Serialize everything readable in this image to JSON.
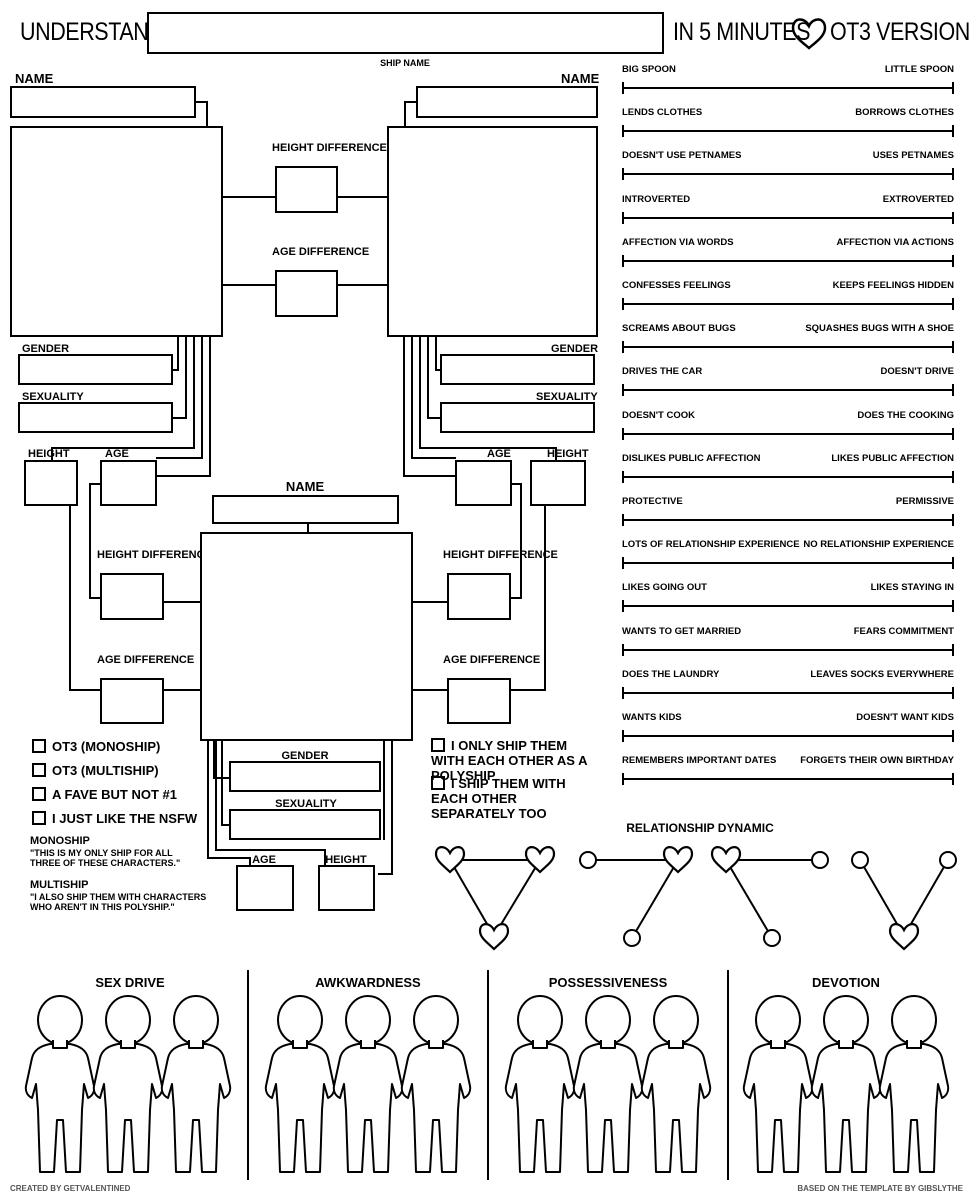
{
  "header": {
    "title_left": "UNDERSTAND",
    "title_right": "IN 5 MINUTES",
    "version": "OT3 VERSION",
    "ship_name_label": "SHIP NAME"
  },
  "left_char": {
    "name": "NAME",
    "gender": "GENDER",
    "sexuality": "SEXUALITY",
    "height": "HEIGHT",
    "age": "AGE"
  },
  "right_char": {
    "name": "NAME",
    "gender": "GENDER",
    "sexuality": "SEXUALITY",
    "height": "HEIGHT",
    "age": "AGE"
  },
  "center_char": {
    "name": "NAME",
    "gender": "GENDER",
    "sexuality": "SEXUALITY",
    "height": "HEIGHT",
    "age": "AGE"
  },
  "diffs": {
    "top_height": "HEIGHT DIFFERENCE",
    "top_age": "AGE DIFFERENCE",
    "left_height": "HEIGHT DIFFERENCE",
    "left_age": "AGE DIFFERENCE",
    "right_height": "HEIGHT DIFFERENCE",
    "right_age": "AGE DIFFERENCE"
  },
  "scales": [
    {
      "left": "BIG SPOON",
      "right": "LITTLE SPOON"
    },
    {
      "left": "LENDS CLOTHES",
      "right": "BORROWS CLOTHES"
    },
    {
      "left": "DOESN'T USE PETNAMES",
      "right": "USES PETNAMES"
    },
    {
      "left": "INTROVERTED",
      "right": "EXTROVERTED"
    },
    {
      "left": "AFFECTION VIA WORDS",
      "right": "AFFECTION VIA ACTIONS"
    },
    {
      "left": "CONFESSES FEELINGS",
      "right": "KEEPS FEELINGS HIDDEN"
    },
    {
      "left": "SCREAMS ABOUT BUGS",
      "right": "SQUASHES BUGS WITH A SHOE"
    },
    {
      "left": "DRIVES THE CAR",
      "right": "DOESN'T DRIVE"
    },
    {
      "left": "DOESN'T COOK",
      "right": "DOES THE COOKING"
    },
    {
      "left": "DISLIKES PUBLIC AFFECTION",
      "right": "LIKES PUBLIC AFFECTION"
    },
    {
      "left": "PROTECTIVE",
      "right": "PERMISSIVE"
    },
    {
      "left": "LOTS OF RELATIONSHIP EXPERIENCE",
      "right": "NO RELATIONSHIP EXPERIENCE"
    },
    {
      "left": "LIKES GOING OUT",
      "right": "LIKES STAYING IN"
    },
    {
      "left": "WANTS TO GET MARRIED",
      "right": "FEARS COMMITMENT"
    },
    {
      "left": "DOES THE LAUNDRY",
      "right": "LEAVES SOCKS EVERYWHERE"
    },
    {
      "left": "WANTS KIDS",
      "right": "DOESN'T WANT KIDS"
    },
    {
      "left": "REMEMBERS IMPORTANT DATES",
      "right": "FORGETS THEIR OWN BIRTHDAY"
    }
  ],
  "checkboxes_left": [
    "OT3 (MONOSHIP)",
    "OT3 (MULTISHIP)",
    "A FAVE BUT NOT #1",
    "I JUST LIKE THE NSFW"
  ],
  "notes": {
    "monoship_title": "MONOSHIP",
    "monoship_text": "\"THIS IS MY ONLY SHIP FOR ALL THREE OF THESE CHARACTERS.\"",
    "multiship_title": "MULTISHIP",
    "multiship_text": "\"I ALSO SHIP THEM WITH CHARACTERS WHO AREN'T IN THIS POLYSHIP.\""
  },
  "checkboxes_right": [
    "I ONLY SHIP THEM WITH EACH OTHER AS A POLYSHIP",
    "I SHIP THEM WITH EACH OTHER SEPARATELY TOO"
  ],
  "relationship_dynamic": "RELATIONSHIP DYNAMIC",
  "meters": [
    "SEX DRIVE",
    "AWKWARDNESS",
    "POSSESSIVENESS",
    "DEVOTION"
  ],
  "footer": {
    "left": "CREATED BY GETVALENTINED",
    "right": "BASED ON THE TEMPLATE BY GIBSLYTHE"
  }
}
